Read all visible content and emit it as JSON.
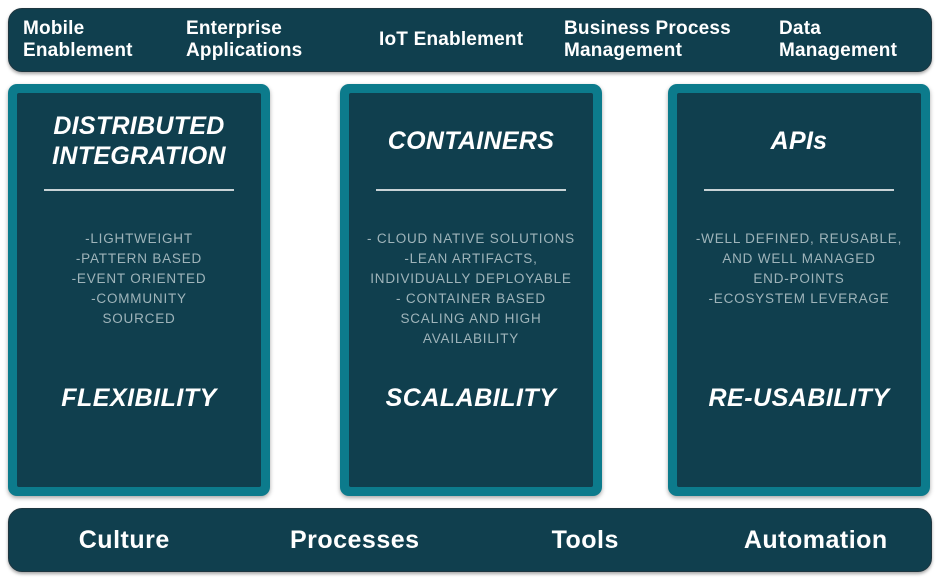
{
  "colors": {
    "dark_teal": "#103F4E",
    "frame_teal": "#0C7B8C",
    "muted_text": "#9FB4BA",
    "white_text": "#FFFFFF",
    "divider": "#C8D3D6",
    "background": "#FFFFFF"
  },
  "top_bar": {
    "items": [
      {
        "label": "Mobile Enablement"
      },
      {
        "label": "Enterprise Applications"
      },
      {
        "label": "IoT Enablement"
      },
      {
        "label": "Business Process Management"
      },
      {
        "label": "Data Management"
      }
    ]
  },
  "panels": [
    {
      "title": "DISTRIBUTED INTEGRATION",
      "points": [
        "-LIGHTWEIGHT",
        "-PATTERN BASED",
        "-EVENT ORIENTED",
        "-COMMUNITY",
        "SOURCED"
      ],
      "keyword": "FLEXIBILITY"
    },
    {
      "title": "CONTAINERS",
      "points": [
        "- CLOUD NATIVE SOLUTIONS",
        "-LEAN ARTIFACTS,",
        "INDIVIDUALLY DEPLOYABLE",
        "- CONTAINER BASED",
        "SCALING AND HIGH",
        "AVAILABILITY"
      ],
      "keyword": "SCALABILITY"
    },
    {
      "title": "APIs",
      "points": [
        "-WELL DEFINED, REUSABLE,",
        "AND WELL MANAGED",
        "END-POINTS",
        "-ECOSYSTEM LEVERAGE"
      ],
      "keyword": "RE-USABILITY"
    }
  ],
  "bottom_bar": {
    "items": [
      {
        "label": "Culture"
      },
      {
        "label": "Processes"
      },
      {
        "label": "Tools"
      },
      {
        "label": "Automation"
      }
    ]
  }
}
